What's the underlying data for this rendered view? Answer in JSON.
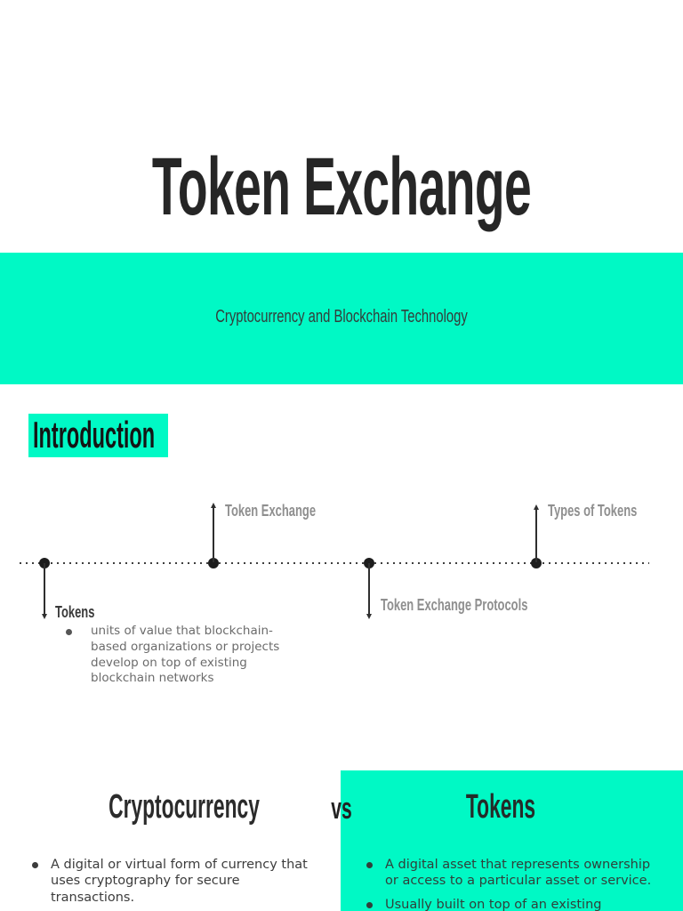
{
  "colors": {
    "accent": "#00f9c5",
    "title_text": "#262626",
    "label_gray": "#8f8f8f"
  },
  "title_slide": {
    "title": "Token Exchange",
    "band_text": "Cryptocurrency and Blockchain Technology"
  },
  "intro_slide": {
    "heading": "Introduction",
    "timeline": {
      "items": [
        {
          "label": "Tokens",
          "side": "below"
        },
        {
          "label": "Token Exchange",
          "side": "above"
        },
        {
          "label": "Token Exchange Protocols",
          "side": "below"
        },
        {
          "label": "Types of Tokens",
          "side": "above"
        }
      ],
      "tokens_bullet": "units of value that blockchain-based organizations or projects develop on top of existing blockchain networks"
    }
  },
  "compare_slide": {
    "left_heading": "Cryptocurrency",
    "divider": "vs",
    "right_heading": "Tokens",
    "left_bullets": [
      "A digital or virtual form of currency that uses cryptography for secure transactions."
    ],
    "right_bullets": [
      "A digital asset that represents ownership or access to a particular asset or service.",
      "Usually built on top of an existing"
    ]
  }
}
